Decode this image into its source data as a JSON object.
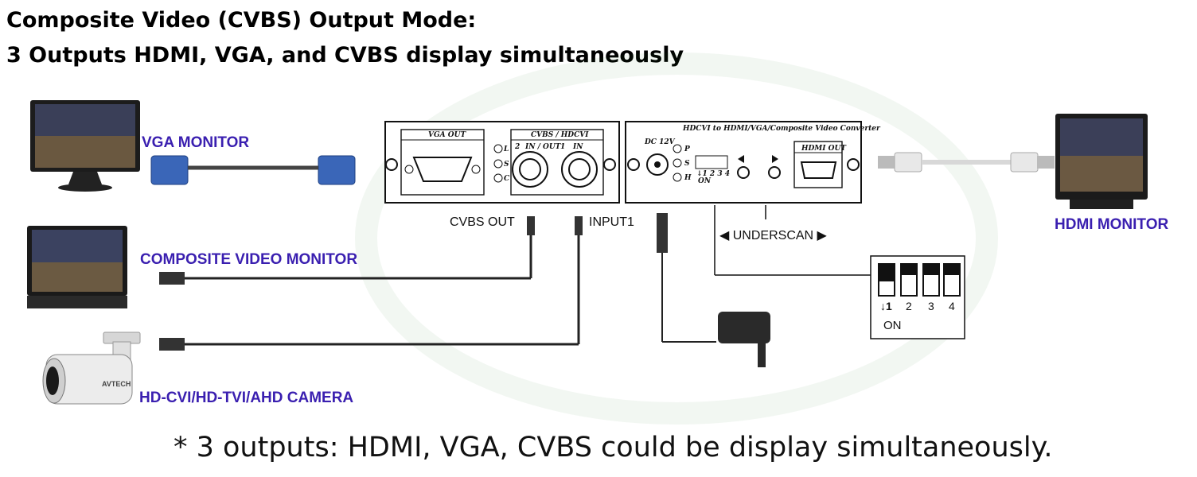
{
  "title": {
    "line1": "Composite Video (CVBS) Output Mode:",
    "line2": "3 Outputs HDMI, VGA, and CVBS display simultaneously"
  },
  "devices": {
    "vga_monitor": "VGA MONITOR",
    "composite_monitor": "COMPOSITE VIDEO MONITOR",
    "camera": "HD-CVI/HD-TVI/AHD CAMERA",
    "hdmi_monitor": "HDMI MONITOR",
    "camera_brand": "AVTECH"
  },
  "ports": {
    "cvbs_out": "CVBS OUT",
    "input1": "INPUT1",
    "underscan": "UNDERSCAN"
  },
  "left_unit": {
    "vga_out": "VGA OUT",
    "cvbs_hdcvi": "CVBS / HDCVI",
    "port2": "2",
    "in_out": "IN / OUT",
    "port1": "1",
    "in": "IN",
    "leds": [
      "L",
      "S",
      "C"
    ]
  },
  "right_unit": {
    "name": "HDCVI to HDMI/VGA/Composite Video Converter",
    "dc": "DC 12V",
    "hdmi_out": "HDMI OUT",
    "leds": [
      "P",
      "S",
      "H"
    ],
    "dip_numbers": "↓1 2 3 4",
    "dip_on": "ON"
  },
  "dip_switch": {
    "positions": [
      "↓1",
      "2",
      "3",
      "4"
    ],
    "on_label": "ON"
  },
  "footnote": "* 3 outputs: HDMI, VGA, CVBS could be display simultaneously.",
  "colors": {
    "label": "#3a1fb0",
    "text": "#111111"
  }
}
